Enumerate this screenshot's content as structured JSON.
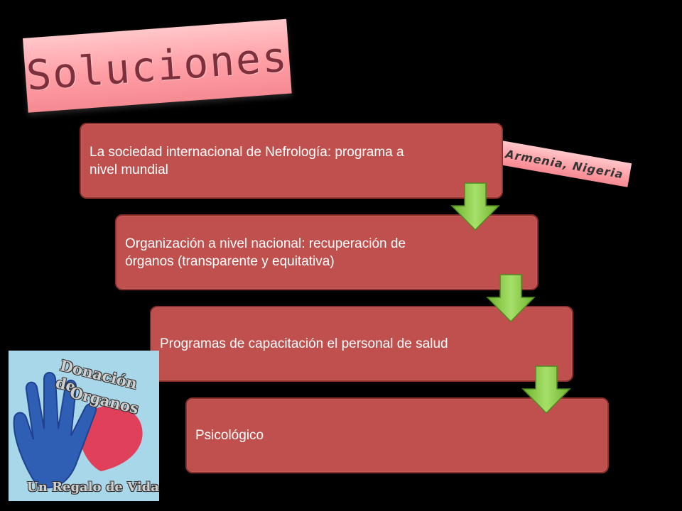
{
  "title": "Soluciones",
  "side_tag": "Armenia, Nigeria",
  "steps": [
    "La sociedad internacional de Nefrología: programa a nivel mundial",
    "Organización a nivel nacional: recuperación de órganos (transparente y equitativa)",
    "Programas de capacitación el personal de salud",
    "Psicológico"
  ],
  "logo": {
    "line1": "Donación de",
    "line2": "Organos",
    "bottom": "Un Regalo de Vida"
  },
  "colors": {
    "step_fill": "#c0504d",
    "arrow": "#8cd04a",
    "tag": "#ff9ea5"
  }
}
